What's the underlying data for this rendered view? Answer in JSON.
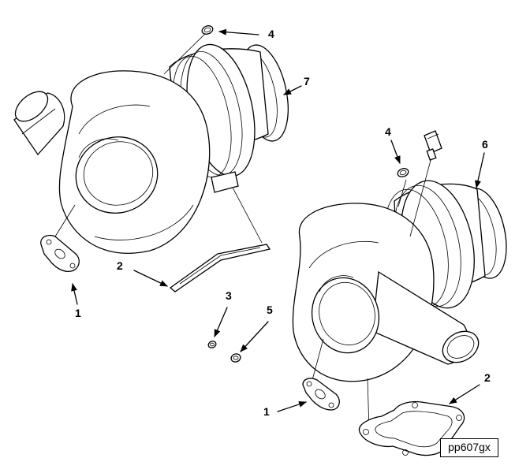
{
  "figure_id": "pp607gx",
  "callouts": [
    {
      "id": "c1a",
      "text": "1"
    },
    {
      "id": "c2a",
      "text": "2"
    },
    {
      "id": "c3",
      "text": "3"
    },
    {
      "id": "c4a",
      "text": "4"
    },
    {
      "id": "c5",
      "text": "5"
    },
    {
      "id": "c7",
      "text": "7"
    },
    {
      "id": "c4b",
      "text": "4"
    },
    {
      "id": "c6",
      "text": "6"
    },
    {
      "id": "c1b",
      "text": "1"
    },
    {
      "id": "c2b",
      "text": "2"
    }
  ]
}
